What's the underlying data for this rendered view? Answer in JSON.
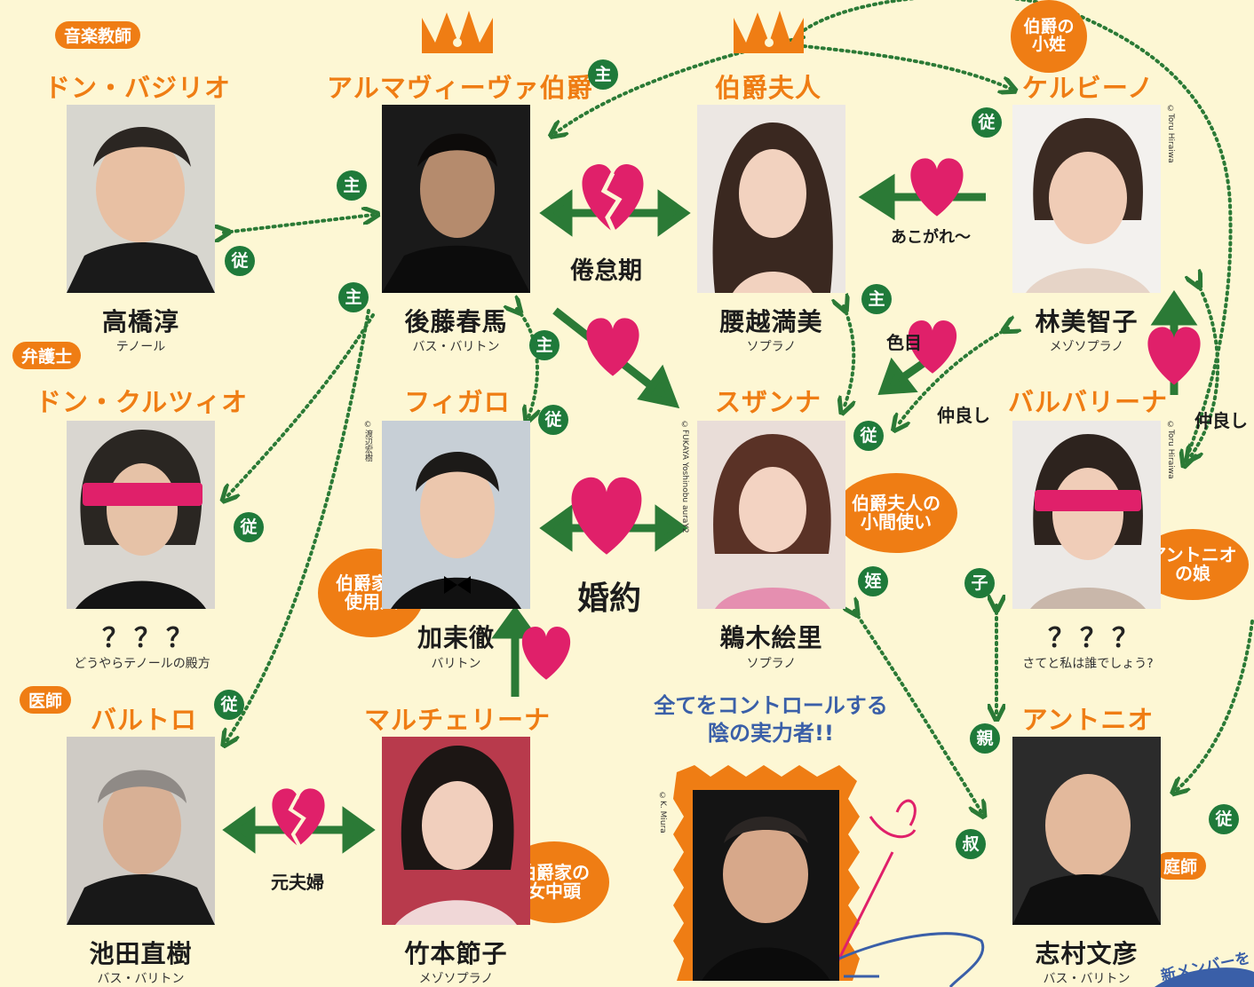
{
  "characters": {
    "basilio": {
      "role": "ドン・バジリオ",
      "singer": "高橋淳",
      "voice": "テノール",
      "tag": "音楽教師"
    },
    "count": {
      "role": "アルマヴィーヴァ伯爵",
      "singer": "後藤春馬",
      "voice": "バス・バリトン"
    },
    "countess": {
      "role": "伯爵夫人",
      "singer": "腰越満美",
      "voice": "ソプラノ"
    },
    "cherubino": {
      "role": "ケルビーノ",
      "singer": "林美智子",
      "voice": "メゾソプラノ",
      "tag": "伯爵の\n小姓",
      "credit": "©Toru Hiraiwa"
    },
    "curzio": {
      "role": "ドン・クルツィオ",
      "singer": "？？？",
      "voice": "どうやらテノールの殿方",
      "tag": "弁護士"
    },
    "figaro": {
      "role": "フィガロ",
      "singer": "加耒徹",
      "voice": "バリトン",
      "tag": "伯爵家の\n使用人",
      "credit": "©渡辺宏樹"
    },
    "susanna": {
      "role": "スザンナ",
      "singer": "鵜木絵里",
      "voice": "ソプラノ",
      "tag": "伯爵夫人の\n小間使い",
      "credit": "©FUKAYA Yoshinobu auraY2"
    },
    "barbarina": {
      "role": "バルバリーナ",
      "singer": "？？？",
      "voice": "さてと私は誰でしょう?",
      "tag": "アントニオ\nの娘",
      "credit": "©Toru Hiraiwa"
    },
    "bartolo": {
      "role": "バルトロ",
      "singer": "池田直樹",
      "voice": "バス・バリトン",
      "tag": "医師"
    },
    "marcellina": {
      "role": "マルチェリーナ",
      "singer": "竹本節子",
      "voice": "メゾソプラノ",
      "tag": "伯爵家の\n女中頭"
    },
    "antonio": {
      "role": "アントニオ",
      "singer": "志村文彦",
      "voice": "バス・バリトン",
      "tag": "庭師"
    },
    "controller": {
      "credit": "©K. Miura"
    }
  },
  "relations": {
    "boredom": "倦怠期",
    "longing": "あこがれ〜",
    "engaged": "婚約",
    "ex_couple": "元夫婦",
    "flirt": "色目",
    "friends1": "仲良し",
    "friends2": "仲良し"
  },
  "badges": {
    "master": "主",
    "servant": "従",
    "child": "子",
    "parent": "親",
    "niece": "姪",
    "uncle": "叔"
  },
  "controller_caption": "全てをコントロールする\n陰の実力者!!",
  "new_member": "新メンバーを",
  "colors": {
    "background": "#fdf7d4",
    "orange": "#ef7d14",
    "green": "#1f7a3a",
    "pink": "#e0206a",
    "blue": "#3a5fa8"
  }
}
